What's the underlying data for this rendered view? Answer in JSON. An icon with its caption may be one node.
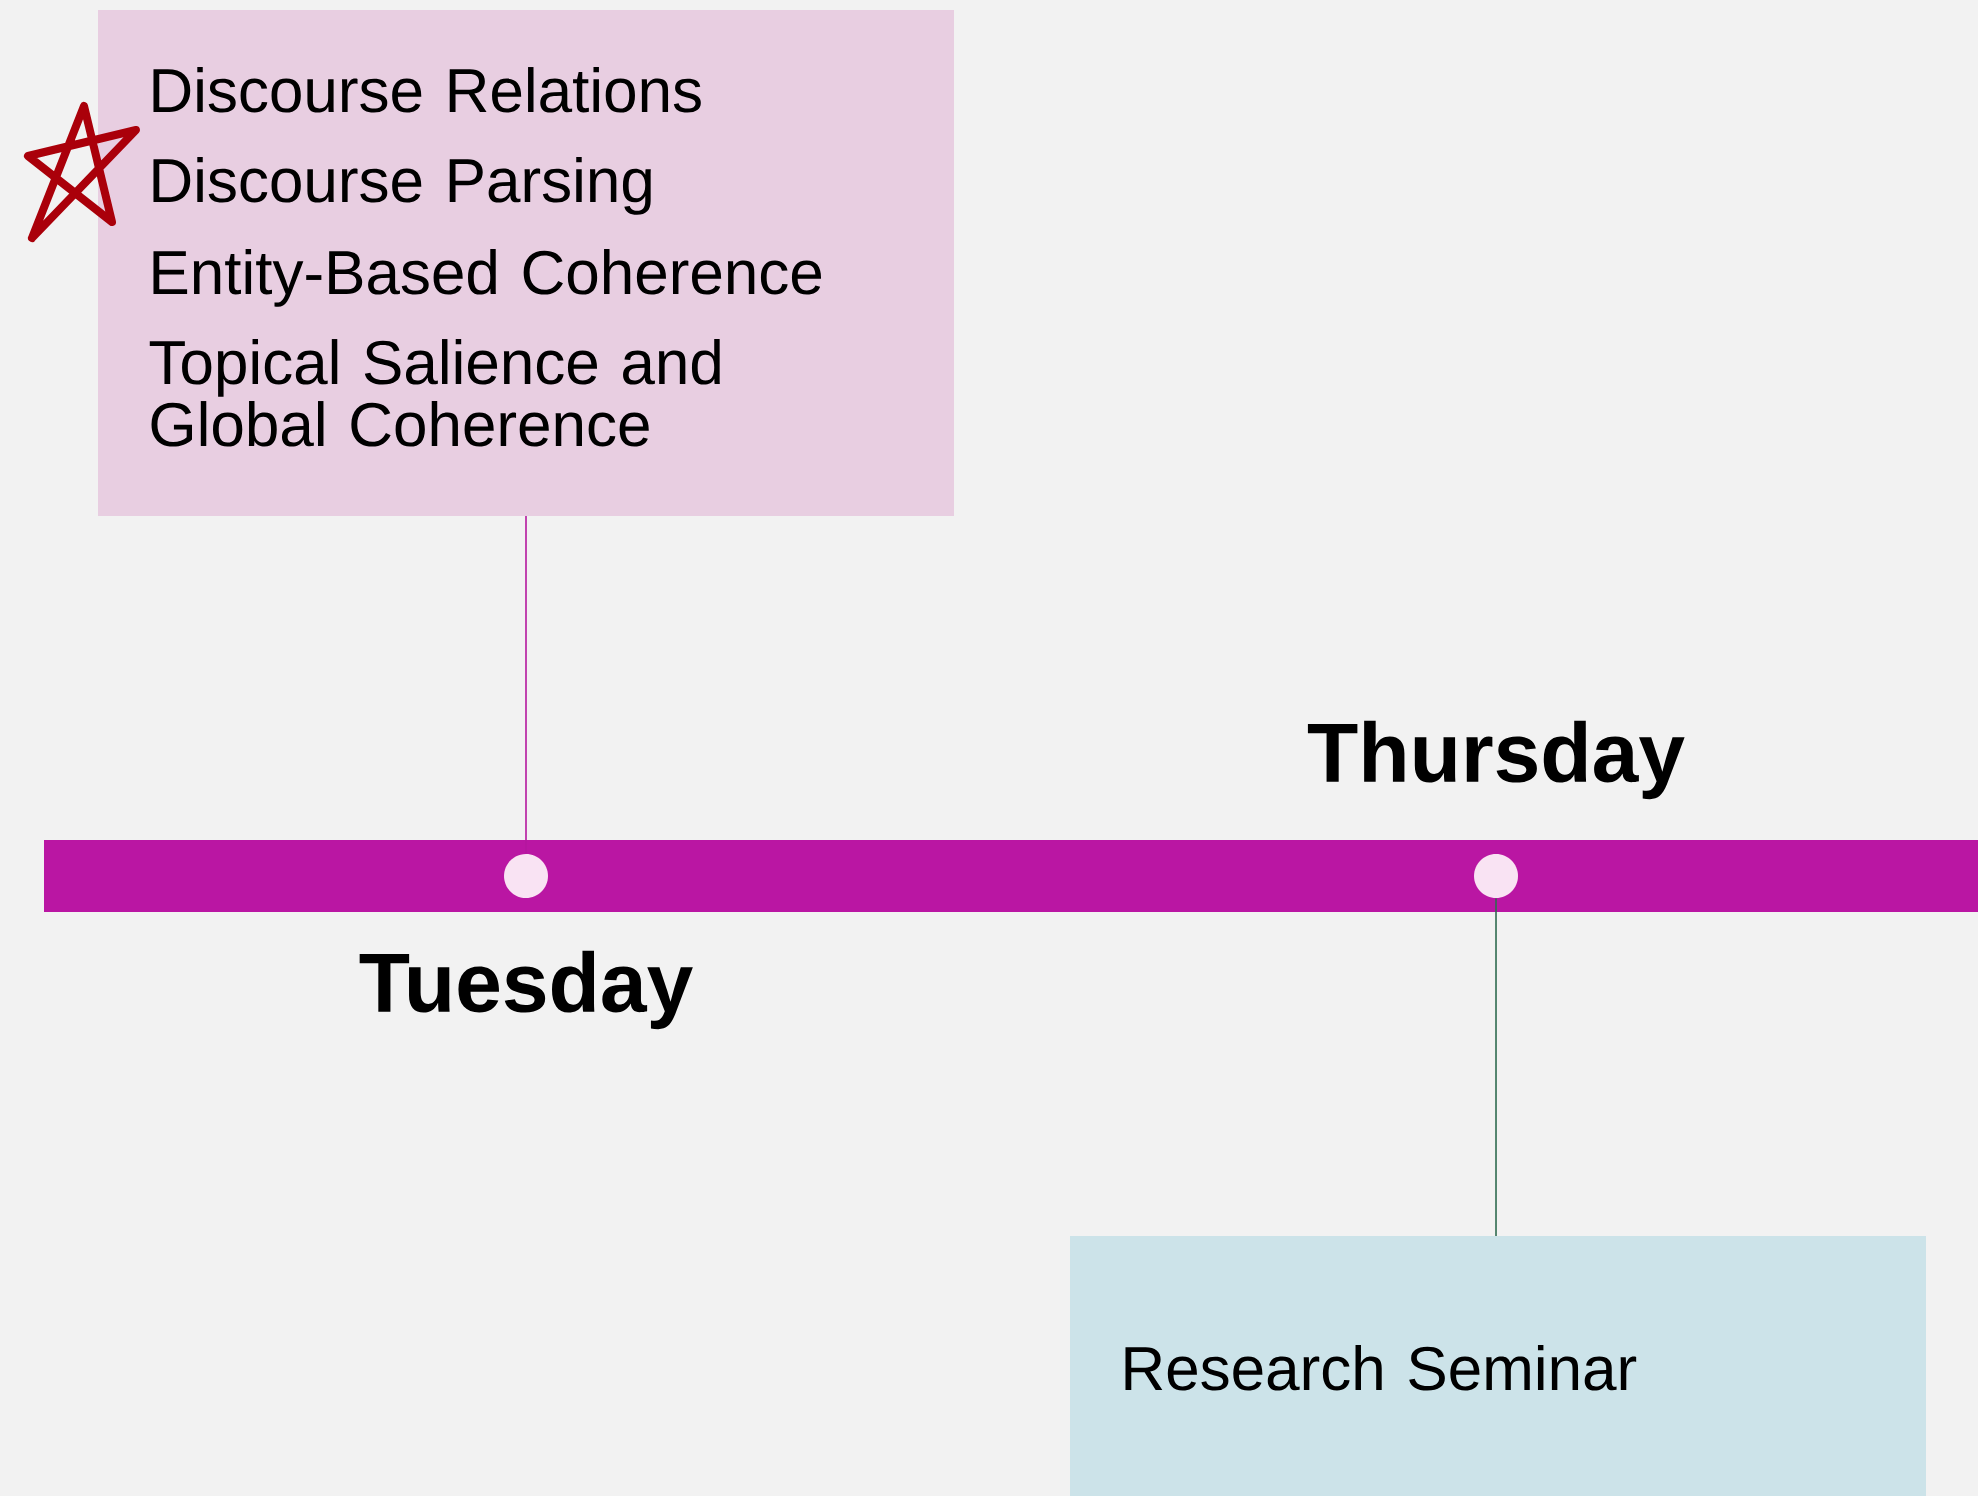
{
  "diagram": {
    "nodes": [
      {
        "text": [
          "Discourse Relations",
          "Discourse Parsing",
          "Entity-Based Coherence",
          "Topical Salience and Global Coherence"
        ]
      },
      {
        "text": [],
        "shape": "circle",
        "beside": [
          "Tuesday"
        ]
      },
      {
        "text": [],
        "shape": "circle",
        "beside": [
          "Thursday"
        ]
      },
      {
        "text": [
          "Research Seminar"
        ]
      },
      {
        "text": [],
        "shape": "star"
      }
    ],
    "edges": [
      {
        "from": 0,
        "to": 1,
        "arrow": "none",
        "color": "#b5179e"
      },
      {
        "from": 2,
        "to": 3,
        "arrow": "none",
        "color": "#2e6b4f"
      }
    ]
  }
}
